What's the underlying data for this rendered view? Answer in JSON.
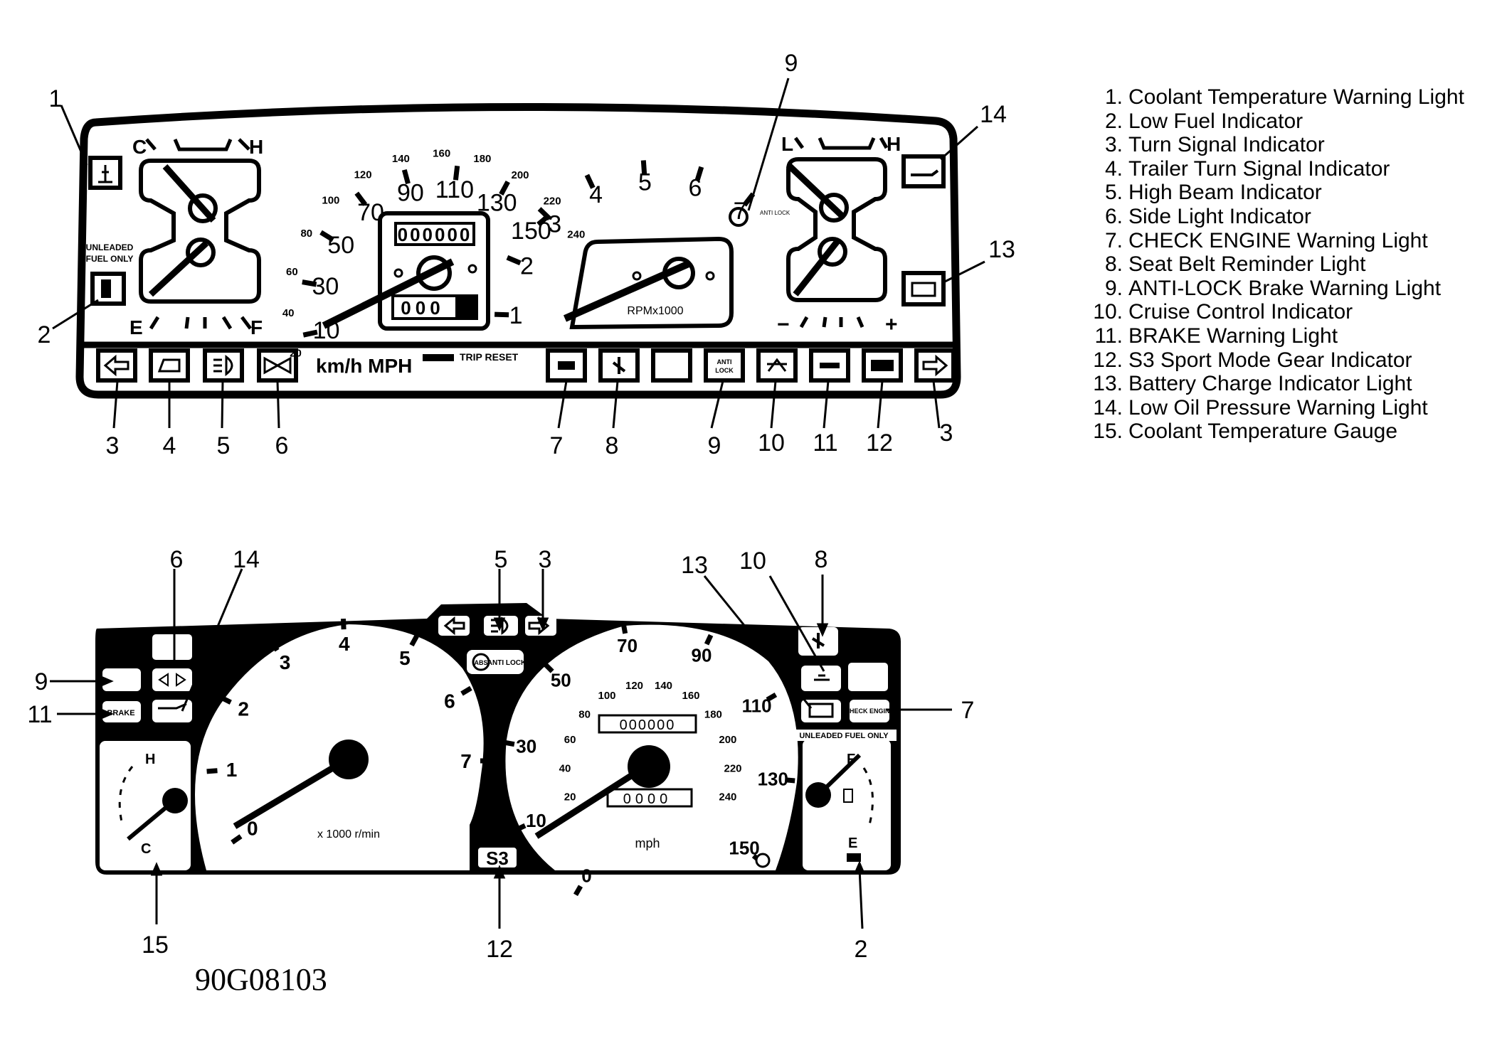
{
  "diagram_code": "90G08103",
  "legend": [
    {
      "num": "1.",
      "label": "Coolant Temperature Warning Light"
    },
    {
      "num": "2.",
      "label": "Low Fuel Indicator"
    },
    {
      "num": "3.",
      "label": "Turn Signal Indicator"
    },
    {
      "num": "4.",
      "label": "Trailer Turn Signal Indicator"
    },
    {
      "num": "5.",
      "label": "High Beam Indicator"
    },
    {
      "num": "6.",
      "label": "Side Light Indicator"
    },
    {
      "num": "7.",
      "label": "CHECK ENGINE Warning Light"
    },
    {
      "num": "8.",
      "label": "Seat Belt Reminder Light"
    },
    {
      "num": "9.",
      "label": "ANTI-LOCK Brake Warning Light"
    },
    {
      "num": "10.",
      "label": "Cruise Control Indicator"
    },
    {
      "num": "11.",
      "label": "BRAKE Warning Light"
    },
    {
      "num": "12.",
      "label": "S3 Sport Mode Gear Indicator"
    },
    {
      "num": "13.",
      "label": "Battery Charge Indicator Light"
    },
    {
      "num": "14.",
      "label": "Low Oil Pressure Warning Light"
    },
    {
      "num": "15.",
      "label": "Coolant Temperature Gauge"
    }
  ],
  "top_cluster": {
    "temp_c": "C",
    "temp_h": "H",
    "fuel_e": "E",
    "fuel_f": "F",
    "unleaded": [
      "UNLEADED",
      "FUEL ONLY"
    ],
    "units": "km/h MPH",
    "trip_reset": "TRIP RESET",
    "odometer": "000000",
    "trip": "000",
    "rpm_label": "RPMx1000",
    "oil_l": "L",
    "oil_h": "H",
    "batt_minus": "−",
    "batt_plus": "+",
    "kmh_scale": [
      "20",
      "40",
      "60",
      "80",
      "100",
      "120",
      "140",
      "160",
      "180",
      "200",
      "220",
      "240"
    ],
    "mph_scale": [
      "10",
      "30",
      "50",
      "70",
      "90",
      "110",
      "130",
      "150"
    ],
    "rpm_scale": [
      "1",
      "2",
      "3",
      "4",
      "5",
      "6",
      "7"
    ],
    "anti_lock": "ANTI LOCK",
    "callouts_top": [
      "1",
      "9",
      "14",
      "13"
    ],
    "callouts_bottom": [
      "2",
      "3",
      "4",
      "5",
      "6",
      "7",
      "8",
      "9",
      "10",
      "11",
      "12",
      "3"
    ]
  },
  "bottom_cluster": {
    "tach_scale": [
      "0",
      "1",
      "2",
      "3",
      "4",
      "5",
      "6",
      "7"
    ],
    "tach_label": "x 1000 r/min",
    "mph_scale": [
      "0",
      "10",
      "30",
      "50",
      "70",
      "90",
      "110",
      "130",
      "150"
    ],
    "kmh_scale": [
      "20",
      "40",
      "60",
      "80",
      "100",
      "120",
      "140",
      "160",
      "180",
      "200",
      "220",
      "240"
    ],
    "odometer": "000000",
    "trip": "0000",
    "unit": "mph",
    "temp_h": "H",
    "temp_c": "C",
    "fuel_f": "F",
    "fuel_e": "E",
    "s3": "S3",
    "unleaded": "UNLEADED FUEL ONLY",
    "anti_lock": "ANTI LOCK",
    "abs": "ABS",
    "brake": "BRAKE",
    "check_engine": "CHECK ENGINE",
    "callouts": [
      "6",
      "14",
      "5",
      "3",
      "13",
      "10",
      "8",
      "9",
      "11",
      "7",
      "15",
      "12",
      "2"
    ]
  }
}
